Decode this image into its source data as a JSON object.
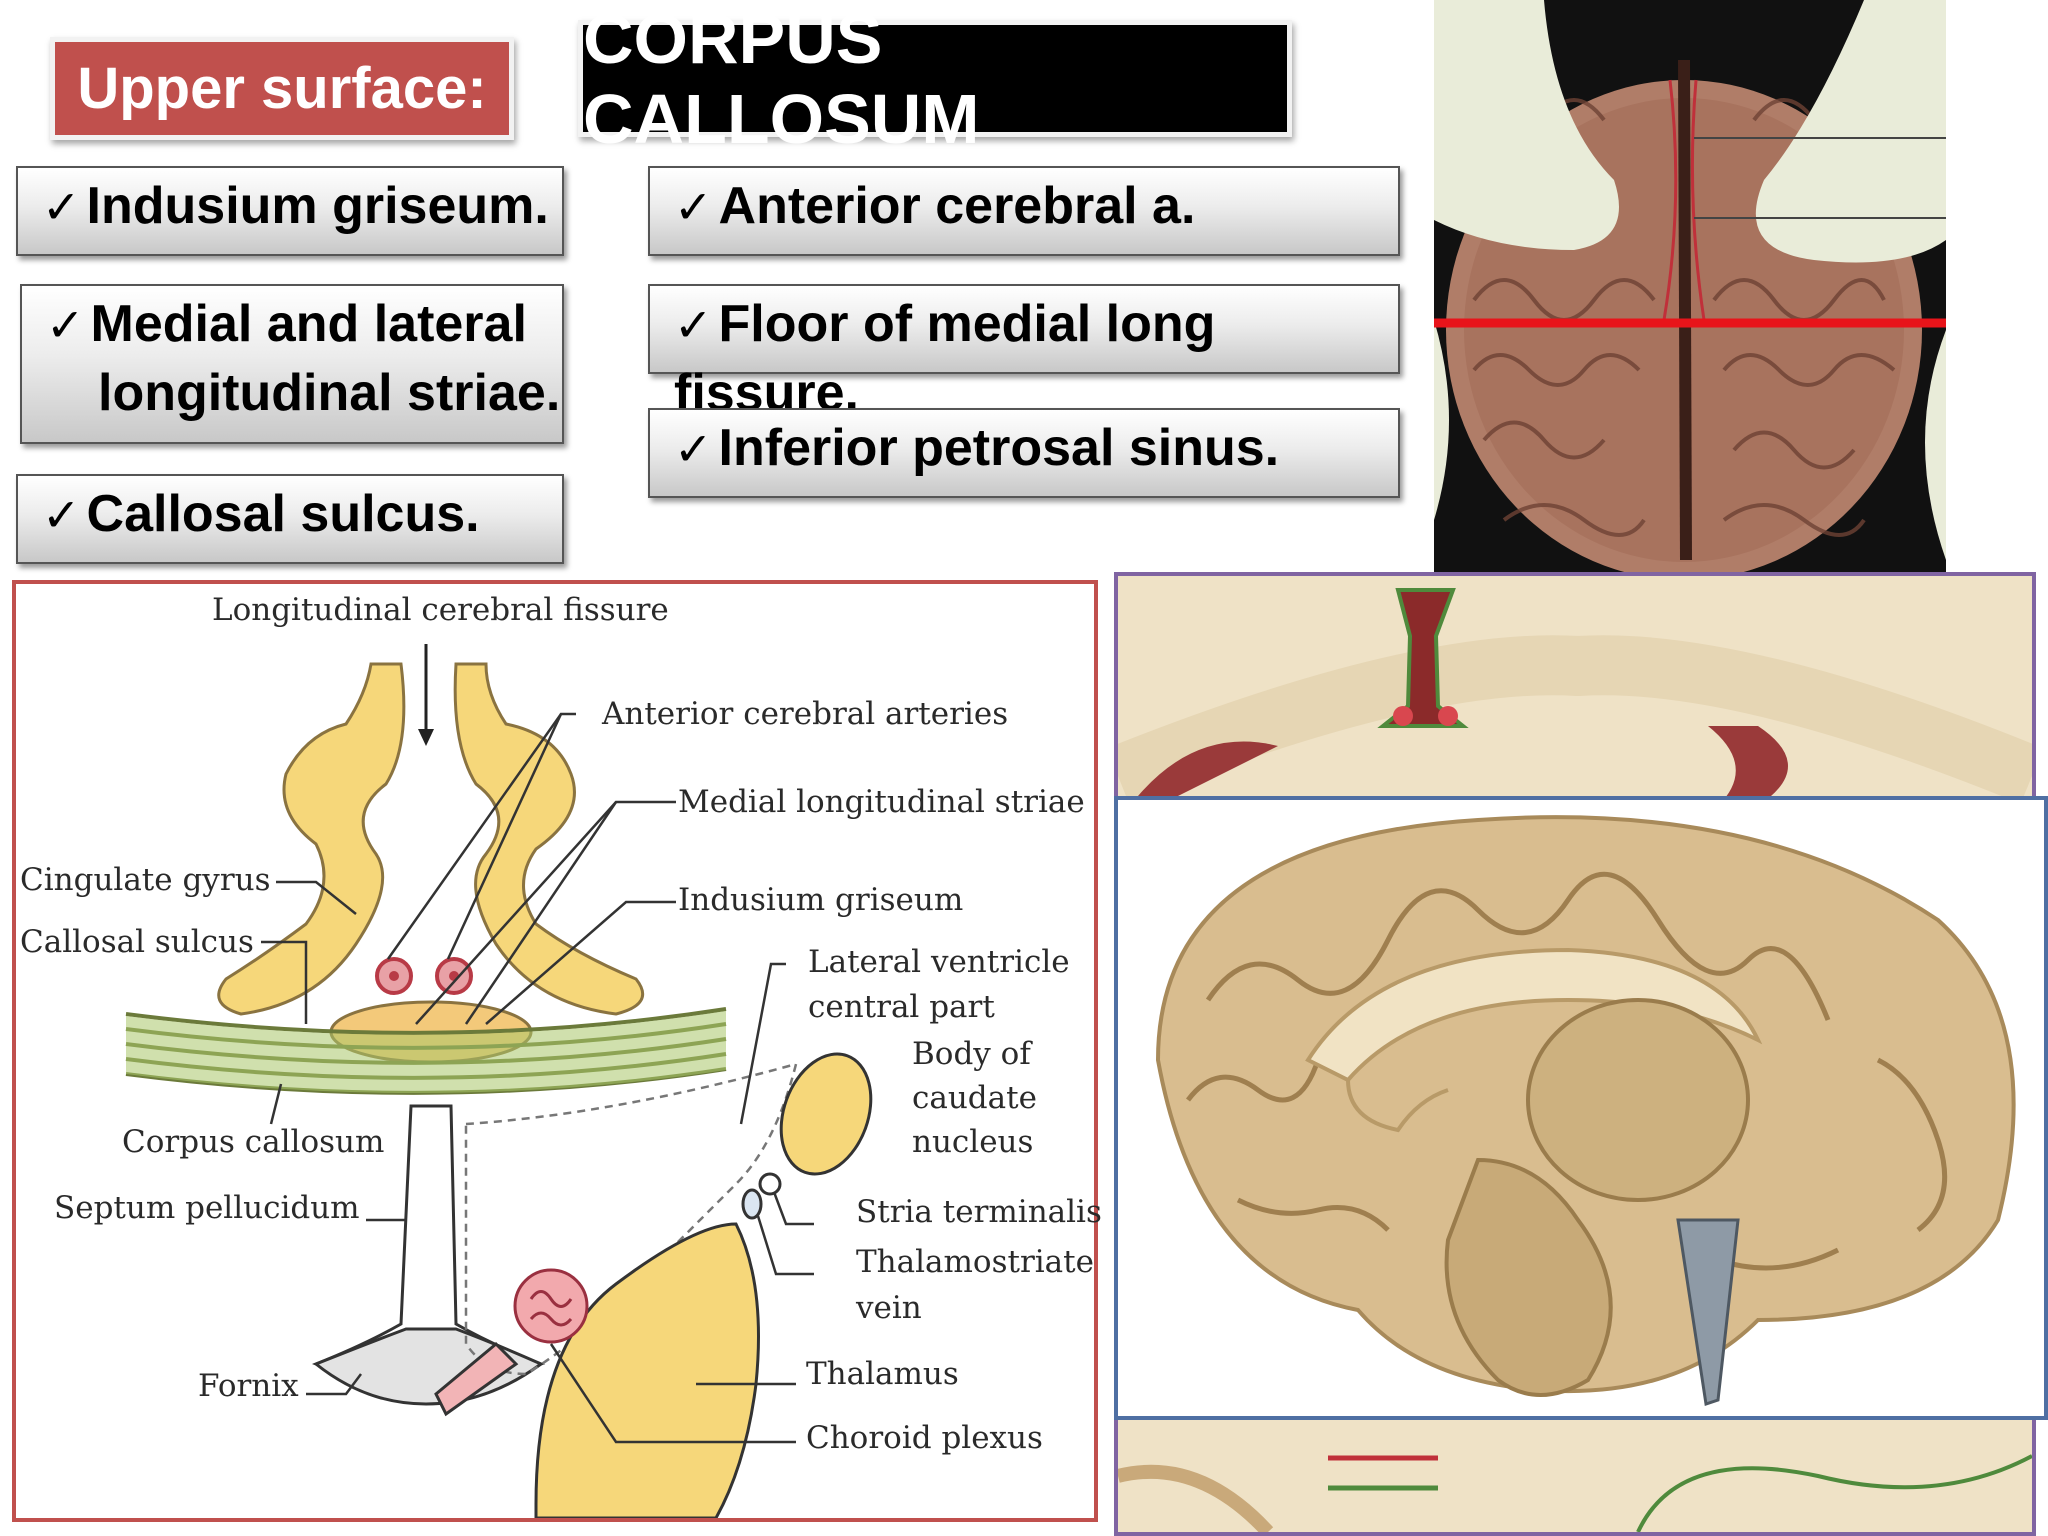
{
  "header": {
    "subtitle": "Upper surface:",
    "title": "CORPUS CALLOSUM"
  },
  "check_glyph": "✓",
  "bullets_left": [
    {
      "line1": "Indusium griseum.",
      "line2": ""
    },
    {
      "line1": "Medial and lateral",
      "line2": "longitudinal striae."
    },
    {
      "line1": "Callosal sulcus.",
      "line2": ""
    }
  ],
  "bullets_right": [
    {
      "line1": "Anterior cerebral a."
    },
    {
      "line1": "Floor of medial long fissure."
    },
    {
      "line1": "Inferior petrosal sinus."
    }
  ],
  "diagram": {
    "labels": {
      "longitudinal_fissure": "Longitudinal cerebral fissure",
      "anterior_cerebral": "Anterior cerebral arteries",
      "medial_striae": "Medial longitudinal striae",
      "cingulate": "Cingulate gyrus",
      "callosal_sulcus": "Callosal sulcus",
      "indusium": "Indusium griseum",
      "lateral_ventricle_1": "Lateral ventricle",
      "lateral_ventricle_2": "central part",
      "caudate_1": "Body of",
      "caudate_2": "caudate",
      "caudate_3": "nucleus",
      "corpus_callosum": "Corpus callosum",
      "septum": "Septum pellucidum",
      "stria_terminalis": "Stria terminalis",
      "thalamostriate_1": "Thalamostriate",
      "thalamostriate_2": "vein",
      "fornix": "Fornix",
      "thalamus": "Thalamus",
      "choroid": "Choroid plexus"
    }
  },
  "colors": {
    "header_red": "#c0504d",
    "header_black": "#000000",
    "diagram_frame": "#c0504d",
    "purple_frame": "#8064a2",
    "blue_frame": "#4f6fa3",
    "cut_line": "#e8141a",
    "gyrus_yellow": "#f6d77a",
    "callosum_green": "#9cbc59"
  }
}
